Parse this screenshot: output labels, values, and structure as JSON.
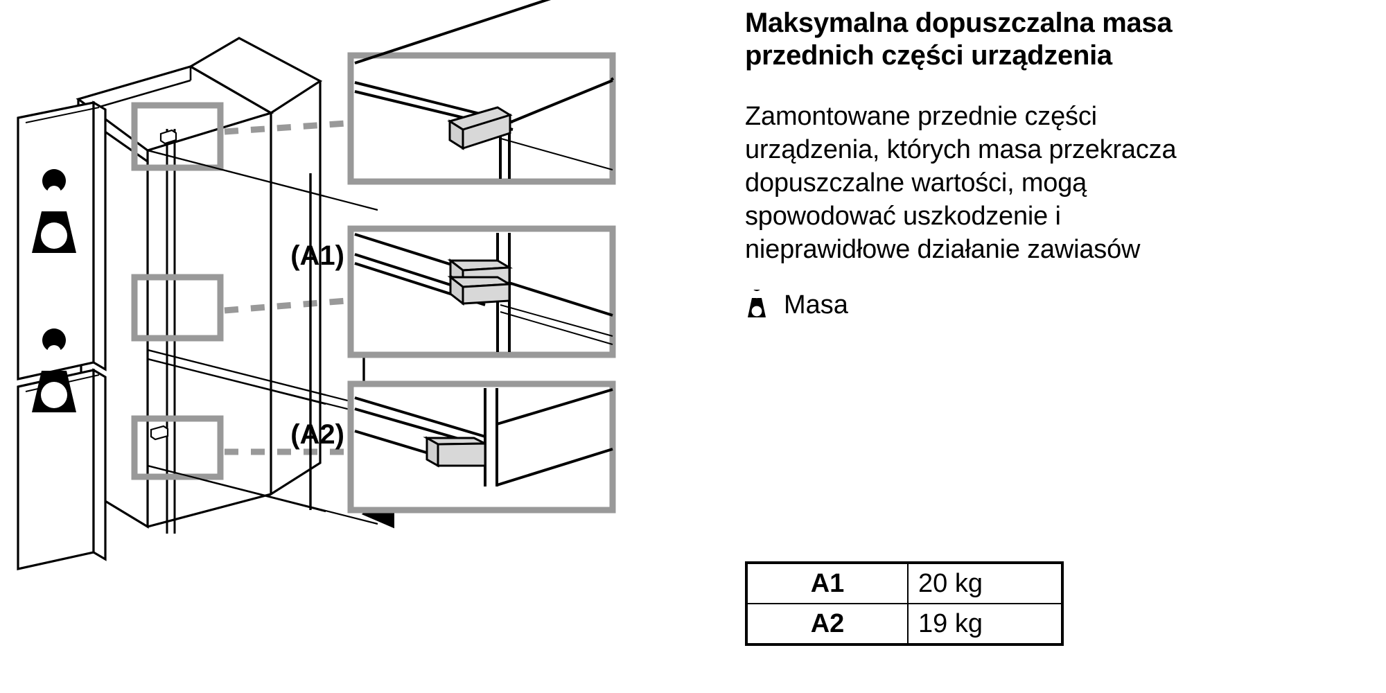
{
  "heading": {
    "line1": "Maksymalna dopuszczalna masa",
    "line2": "przednich części urządzenia"
  },
  "body": {
    "line1": "Zamontowane przednie części",
    "line2": "urządzenia, których masa przekracza",
    "line3": "dopuszczalne wartości, mogą",
    "line4": "spowodować uszkodzenie i",
    "line5": "nieprawidłowe działanie zawiasów"
  },
  "legend": {
    "icon": "weight-icon",
    "label": "Masa"
  },
  "table": {
    "rows": [
      {
        "key": "A1",
        "value": "20 kg"
      },
      {
        "key": "A2",
        "value": "19 kg"
      }
    ]
  },
  "figure": {
    "dimension_labels": {
      "a1": "(A1)",
      "a2": "(A2)"
    },
    "door_icons": [
      {
        "name": "weight-icon-upper-door"
      },
      {
        "name": "weight-icon-lower-door"
      }
    ],
    "callout_boxes": [
      {
        "name": "callout-box-top"
      },
      {
        "name": "callout-box-middle"
      },
      {
        "name": "callout-box-bottom"
      }
    ],
    "detail_views": [
      {
        "name": "detail-view-top"
      },
      {
        "name": "detail-view-middle"
      },
      {
        "name": "detail-view-bottom"
      }
    ]
  },
  "colors": {
    "line": "#000000",
    "callout": "#999999",
    "bracket_fill": "#d4d4d4",
    "background": "#ffffff"
  }
}
